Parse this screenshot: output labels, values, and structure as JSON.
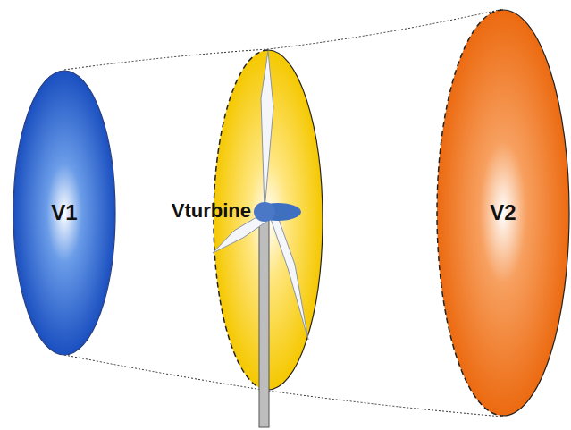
{
  "diagram": {
    "nodes": [
      {
        "text": [
          "V1"
        ]
      },
      {
        "text": [
          "Vturbine"
        ]
      },
      {
        "text": [
          "V2"
        ]
      }
    ]
  }
}
